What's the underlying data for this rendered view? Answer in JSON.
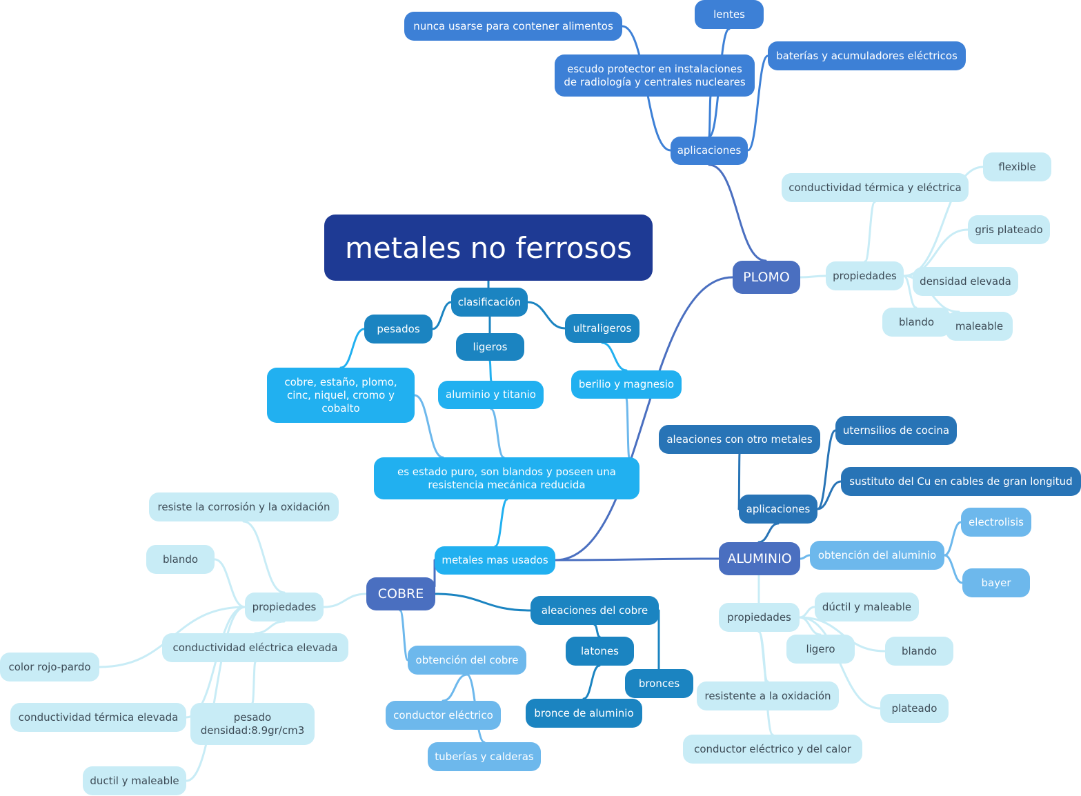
{
  "colors": {
    "title": "#1e3a94",
    "main": "#4a6fc0",
    "blue_dark": "#3d80d6",
    "teal_dark": "#1b84c1",
    "cyan": "#21b0f0",
    "sky": "#6db8ec",
    "pale": "#c8ecf6",
    "edge_main": "#4a6fc0",
    "edge_pale": "#c8ecf6"
  },
  "nodes": {
    "title": "metales no ferrosos",
    "clasificacion": "clasificación",
    "pesados": "pesados",
    "ligeros": "ligeros",
    "ultraligeros": "ultraligeros",
    "pesados_list": "cobre, estaño, plomo,\ncinc, niquel, cromo y\ncobalto",
    "ligeros_list": "aluminio y titanio",
    "ultraligeros_list": "berilio y magnesio",
    "estado_puro": "es estado puro, son blandos y poseen una\nresistencia mecánica reducida",
    "mas_usados": "metales mas usados",
    "plomo": "PLOMO",
    "plomo_aplicaciones": "aplicaciones",
    "plomo_escudo": "escudo protector en instalaciones\nde radiología y centrales nucleares",
    "plomo_nunca": "nunca usarse para contener alimentos",
    "plomo_lentes": "lentes",
    "plomo_baterias": "baterías y acumuladores eléctricos",
    "plomo_propiedades": "propiedades",
    "plomo_conductividad": "conductividad térmica y eléctrica",
    "plomo_flexible": "flexible",
    "plomo_gris": "gris plateado",
    "plomo_densidad": "densidad elevada",
    "plomo_blando": "blando",
    "plomo_maleable": "maleable",
    "aluminio": "ALUMINIO",
    "al_aplicaciones": "aplicaciones",
    "al_aleaciones": "aleaciones con otro metales",
    "al_utensilios": "uternsilios de cocina",
    "al_sustituto": "sustituto del Cu en cables de gran longitud",
    "al_obtencion": "obtención del aluminio",
    "al_electrolisis": "electrolisis",
    "al_bayer": "bayer",
    "al_propiedades": "propiedades",
    "al_ductil": "dúctil y maleable",
    "al_ligero": "ligero",
    "al_blando": "blando",
    "al_plateado": "plateado",
    "al_resistente": "resistente a la oxidación",
    "al_conductor": "conductor eléctrico y del calor",
    "cobre": "COBRE",
    "cu_aleaciones": "aleaciones del cobre",
    "cu_latones": "latones",
    "cu_bronces": "bronces",
    "cu_bronce_al": "bronce de aluminio",
    "cu_obtencion": "obtención del cobre",
    "cu_conductor": "conductor eléctrico",
    "cu_tuberias": "tuberías y calderas",
    "cu_propiedades": "propiedades",
    "cu_corrosion": "resiste la corrosión y la oxidación",
    "cu_blando": "blando",
    "cu_cond_electrica": "conductividad eléctrica elevada",
    "cu_color": "color rojo-pardo",
    "cu_cond_termica": "conductividad térmica elevada",
    "cu_pesado": "pesado\ndensidad:8.9gr/cm3",
    "cu_ductil": "ductil y maleable"
  }
}
